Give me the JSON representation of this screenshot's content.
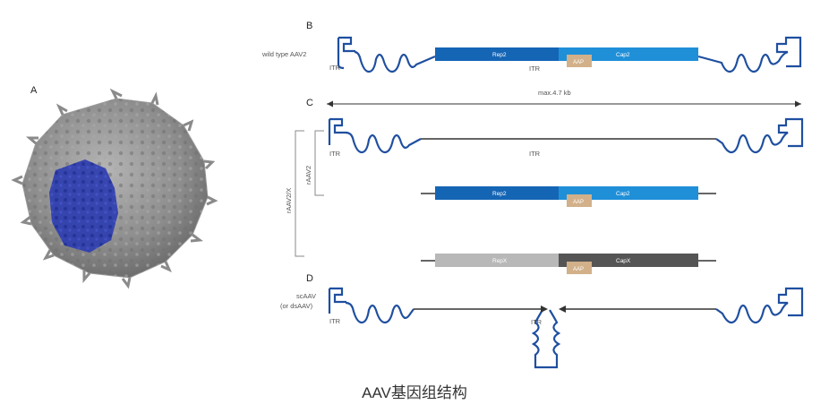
{
  "panels": {
    "a": {
      "letter": "A"
    },
    "b": {
      "letter": "B",
      "construct_label": "wild type AAV2",
      "itr_left": "ITR",
      "itr_mid": "ITR",
      "rep": "Rep2",
      "aap": "AAP",
      "cap": "Cap2"
    },
    "c": {
      "letter": "C",
      "size_label": "max.4.7 kb",
      "itr_left": "ITR",
      "itr_mid": "ITR",
      "raav2_label": "rAAV2",
      "raav2x_label": "rAAV2/X",
      "helper1": {
        "rep": "Rep2",
        "aap": "AAP",
        "cap": "Cap2"
      },
      "helper2": {
        "rep": "RepX",
        "aap": "AAP",
        "cap": "CapX"
      }
    },
    "d": {
      "letter": "D",
      "construct_label_1": "scAAV",
      "construct_label_2": "(or dsAAV)",
      "itr_left": "ITR",
      "itr_mid": "ITR"
    }
  },
  "caption": "AAV基因组结构",
  "colors": {
    "itr_stroke": "#1f4fa0",
    "rep_blue": "#1565b5",
    "cap_blue": "#1f8fd8",
    "rep_gray": "#b8b8b8",
    "cap_gray": "#555555",
    "aap": "#d2b08a",
    "virion_gray": "#8a8a8a",
    "virion_highlight": "#2a3aa8"
  }
}
